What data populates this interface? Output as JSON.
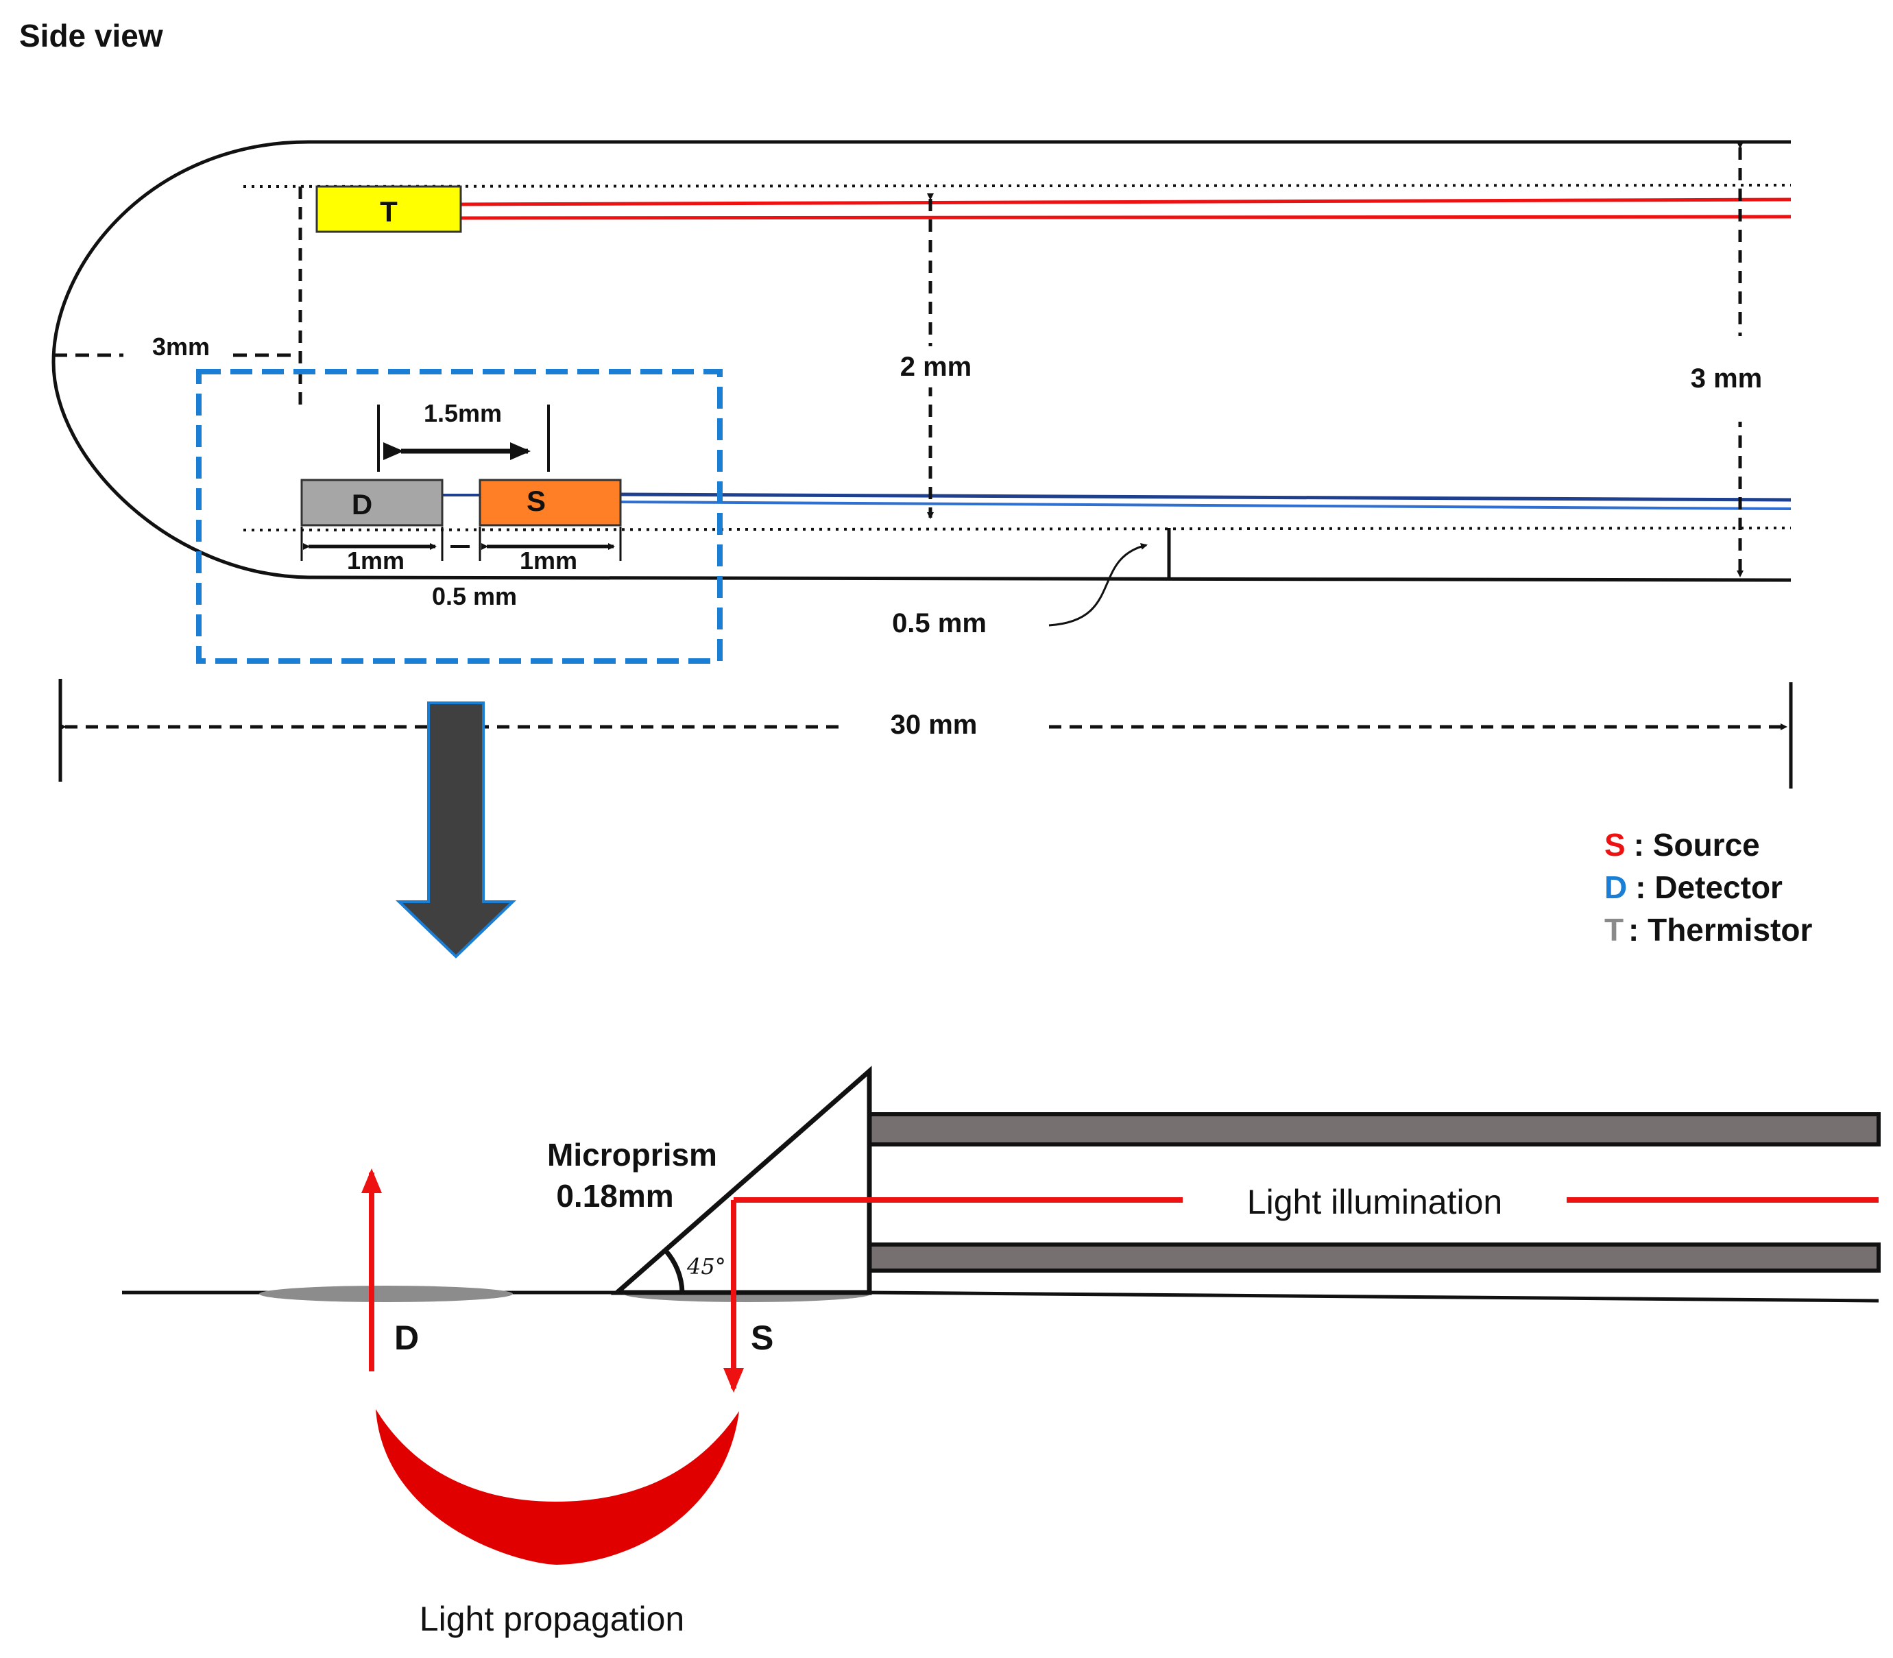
{
  "title": "Side view",
  "top_view": {
    "thermistor_label": "T",
    "detector_label": "D",
    "source_label": "S",
    "tip_radius": "3mm",
    "sd_distance": "1.5mm",
    "detector_width": "1mm",
    "source_width": "1mm",
    "gap": "0.5 mm",
    "t_to_sd_height": "2 mm",
    "probe_height": "3 mm",
    "bottom_offset": "0.5 mm",
    "probe_length": "30 mm"
  },
  "legend": {
    "items": [
      {
        "letter": "S",
        "text": ": Source",
        "color": "#ee1111"
      },
      {
        "letter": "D",
        "text": ": Detector",
        "color": "#1a7fd4"
      },
      {
        "letter": "T",
        "text": ": Thermistor",
        "color": "#8a8a8a"
      }
    ]
  },
  "bottom_view": {
    "prism_label_1": "Microprism",
    "prism_label_2": "0.18mm",
    "angle": "45°",
    "illumination": "Light illumination",
    "detector_label": "D",
    "source_label": "S",
    "propagation": "Light propagation"
  },
  "colors": {
    "thermistor": "#ffff00",
    "detector": "#a6a6a6",
    "source": "#ff7f27",
    "red_line": "#ee1111",
    "blue_line": "#1f3f8f",
    "highlight_box": "#1a7fd4",
    "light_red": "#e00000",
    "fiber_gray": "#777070",
    "arrow_fill": "#404040"
  }
}
